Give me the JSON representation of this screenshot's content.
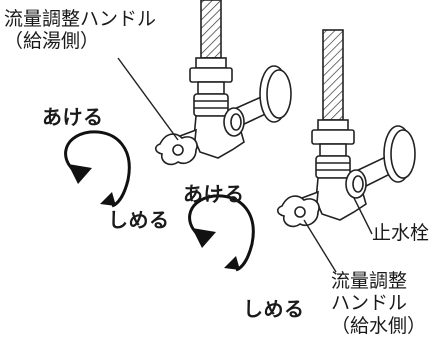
{
  "hot_side": {
    "handle_label_line1": "流量調整ハンドル",
    "handle_label_line2": "（給湯側）",
    "open_text": "あける",
    "close_text": "しめる"
  },
  "cold_side": {
    "handle_label_line1": "流量調整",
    "handle_label_line2": "ハンドル",
    "handle_label_line3": "（給水側）",
    "open_text": "あける",
    "close_text": "しめる"
  },
  "stop_valve_label": "止水栓"
}
